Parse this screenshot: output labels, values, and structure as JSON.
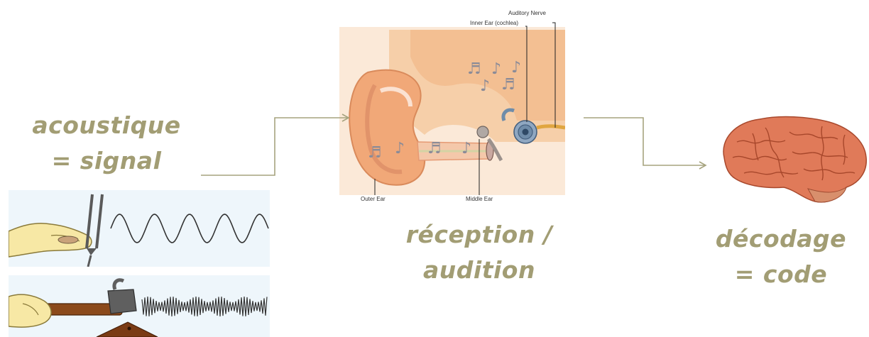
{
  "labels": {
    "acoustic_line1": "acoustique",
    "acoustic_line2": "= signal",
    "reception_line1": "réception /",
    "reception_line2": "audition",
    "decoding_line1": "décodage",
    "decoding_line2": "= code"
  },
  "ear_diagram": {
    "auditory_nerve": "Auditory Nerve",
    "inner_ear": "Inner Ear (cochlea)",
    "outer_ear": "Outer Ear",
    "middle_ear": "Middle Ear"
  },
  "colors": {
    "label_text": "#a29d74",
    "arrow": "#a6a37e"
  },
  "icons": [
    "tuning-fork-illustration",
    "hammer-illustration",
    "ear-anatomy-illustration",
    "brain-illustration",
    "arrow-icon"
  ]
}
